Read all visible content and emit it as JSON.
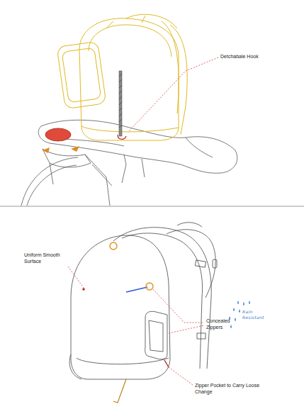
{
  "diagram": {
    "labels": [
      "Detchabale Hook",
      "Uniform Smooth Surface",
      "Concealed Zippers",
      "Zipper Pocket to Carry Loose Change",
      "Rain Resistant"
    ]
  }
}
